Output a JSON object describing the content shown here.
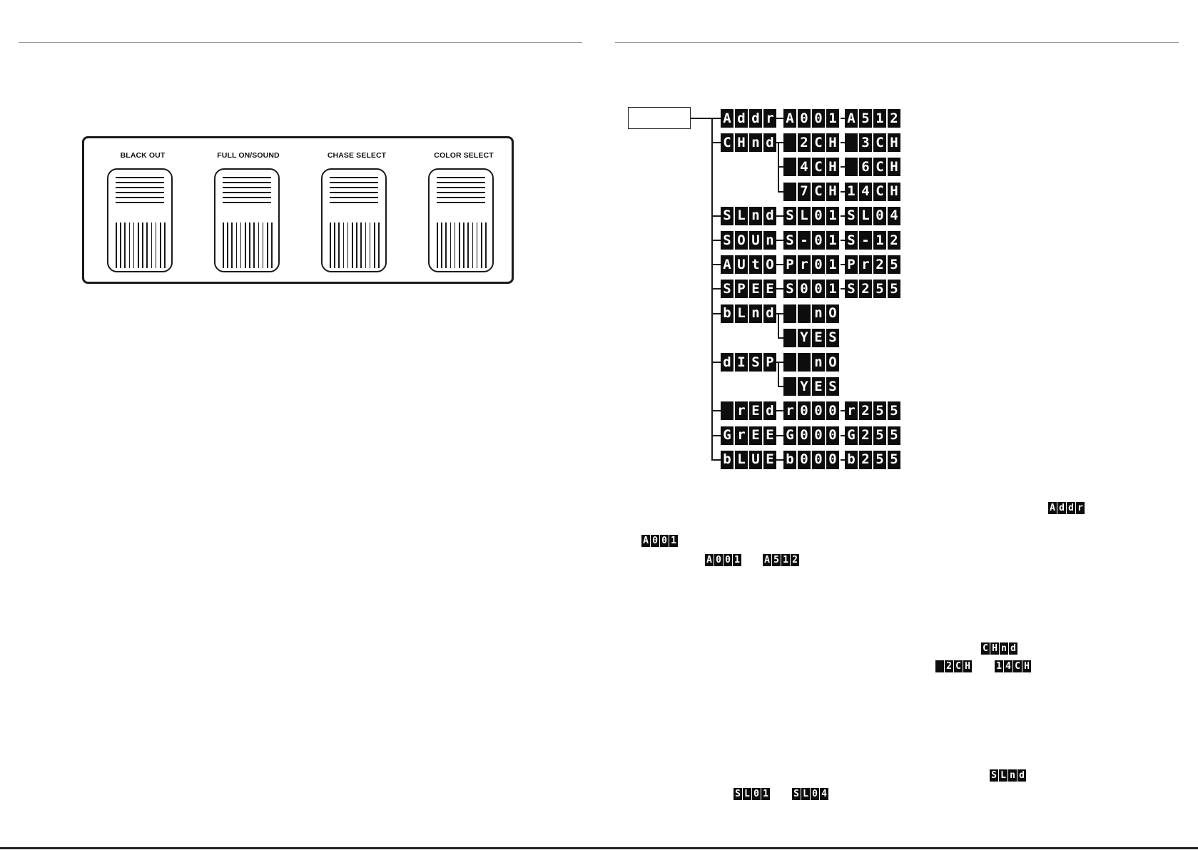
{
  "pedals": [
    {
      "label": "BLACK OUT"
    },
    {
      "label": "FULL ON/SOUND"
    },
    {
      "label": "CHASE SELECT"
    },
    {
      "label": "COLOR SELECT"
    }
  ],
  "menu_tree": [
    {
      "main": "Addr",
      "options": [
        [
          "A001",
          "A512"
        ]
      ]
    },
    {
      "main": "CHnd",
      "options": [
        [
          "2CH",
          "3CH"
        ],
        [
          "4CH",
          "6CH"
        ],
        [
          "7CH",
          "14CH"
        ]
      ]
    },
    {
      "main": "SLnd",
      "options": [
        [
          "SL01",
          "SL04"
        ]
      ]
    },
    {
      "main": "SOUn",
      "options": [
        [
          "S-01",
          "S-12"
        ]
      ]
    },
    {
      "main": "AUtO",
      "options": [
        [
          "Pr01",
          "Pr25"
        ]
      ]
    },
    {
      "main": "SPEE",
      "options": [
        [
          "S001",
          "S255"
        ]
      ]
    },
    {
      "main": "bLnd",
      "options": [
        [
          "nO"
        ],
        [
          "YES"
        ]
      ]
    },
    {
      "main": "dISP",
      "options": [
        [
          "nO"
        ],
        [
          "YES"
        ]
      ]
    },
    {
      "main": "rEd",
      "options": [
        [
          "r000",
          "r255"
        ]
      ]
    },
    {
      "main": "GrEE",
      "options": [
        [
          "G000",
          "G255"
        ]
      ]
    },
    {
      "main": "bLUE",
      "options": [
        [
          "b000",
          "b255"
        ]
      ]
    }
  ],
  "inline_displays": {
    "addr": "Addr",
    "addr_value": "A001",
    "addr_range_start": "A001",
    "addr_range_end": "A512",
    "chnd": "CHnd",
    "chnd_range_start": "2CH",
    "chnd_range_end": "14CH",
    "slnd": "SLnd",
    "slnd_range_start": "SL01",
    "slnd_range_end": "SL04"
  }
}
